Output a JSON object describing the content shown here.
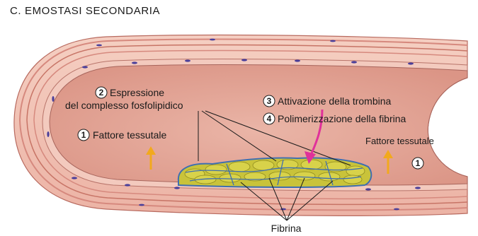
{
  "title": "C. EMOSTASI SECONDARIA",
  "labels": {
    "step2_line1": "Espressione",
    "step2_line2": "del complesso fosfolipidico",
    "step3": "Attivazione della trombina",
    "step4": "Polimerizzazione della fibrina",
    "step1_left": "Fattore tessutale",
    "step1_right": "Fattore tessutale",
    "fibrin": "Fibrina"
  },
  "step_numbers": {
    "one_left": "1",
    "two": "2",
    "three": "3",
    "four": "4",
    "one_right": "1"
  },
  "colors": {
    "lumen": "#e6a99a",
    "wall_outer": "#f2c3b5",
    "wall_stripe": "#d6897e",
    "endothelium": "#f7d8cf",
    "nucleus": "#4a3f9a",
    "clot": "#c9c33a",
    "clot_outline": "#3f6fb0",
    "arrow_orange": "#f2a91d",
    "arrow_pink": "#e0319a"
  }
}
